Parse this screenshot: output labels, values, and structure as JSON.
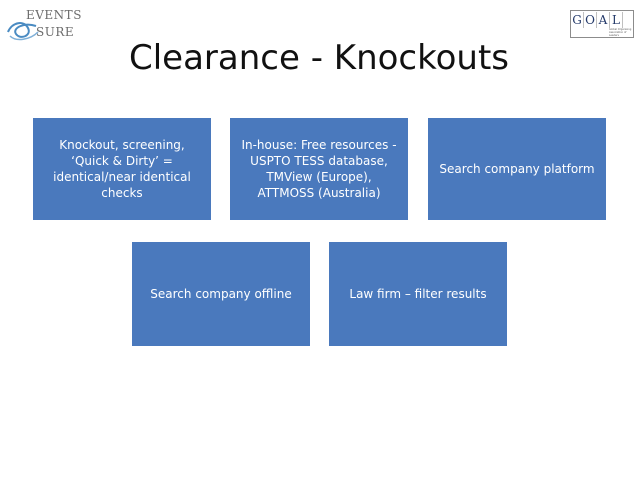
{
  "logos": {
    "left": {
      "line1": "EVENTS",
      "line2": "SURE"
    },
    "right": {
      "letters": [
        "G",
        "O",
        "A",
        "L"
      ],
      "tagline": "Global Organising Association of Leaders"
    }
  },
  "title": "Clearance - Knockouts",
  "boxes": [
    {
      "text": "Knockout, screening, ‘Quick & Dirty’ = identical/near identical checks"
    },
    {
      "text": "In-house: Free resources - USPTO TESS database, TMView (Europe), ATTMOSS (Australia)"
    },
    {
      "text": "Search company platform"
    },
    {
      "text": "Search company offline"
    },
    {
      "text": "Law firm – filter results"
    }
  ]
}
